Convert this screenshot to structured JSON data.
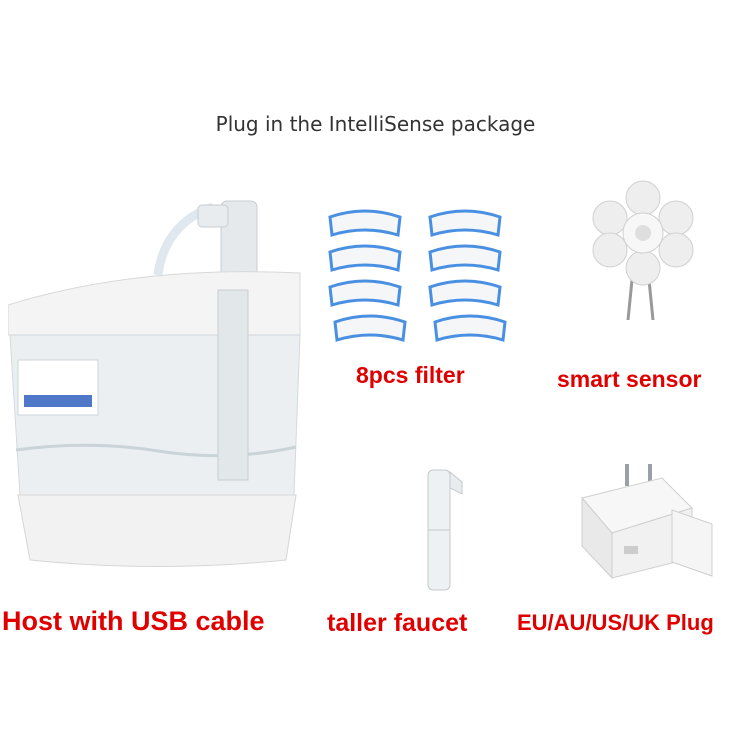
{
  "title": "Plug in the IntelliSense package",
  "captions": {
    "host": "Host with USB cable",
    "filter": "8pcs filter",
    "sensor": "smart sensor",
    "faucet": "taller faucet",
    "plug": "EU/AU/US/UK Plug"
  },
  "colors": {
    "caption": "#e00000",
    "filter_rim": "#4a90e2",
    "product_white": "#f2f2f2"
  },
  "icons": {
    "host": "water-fountain-host-image",
    "filter": "filter-pad-image",
    "sensor": "flower-sensor-image",
    "faucet": "faucet-tube-image",
    "plug": "usb-charger-plug-image"
  }
}
